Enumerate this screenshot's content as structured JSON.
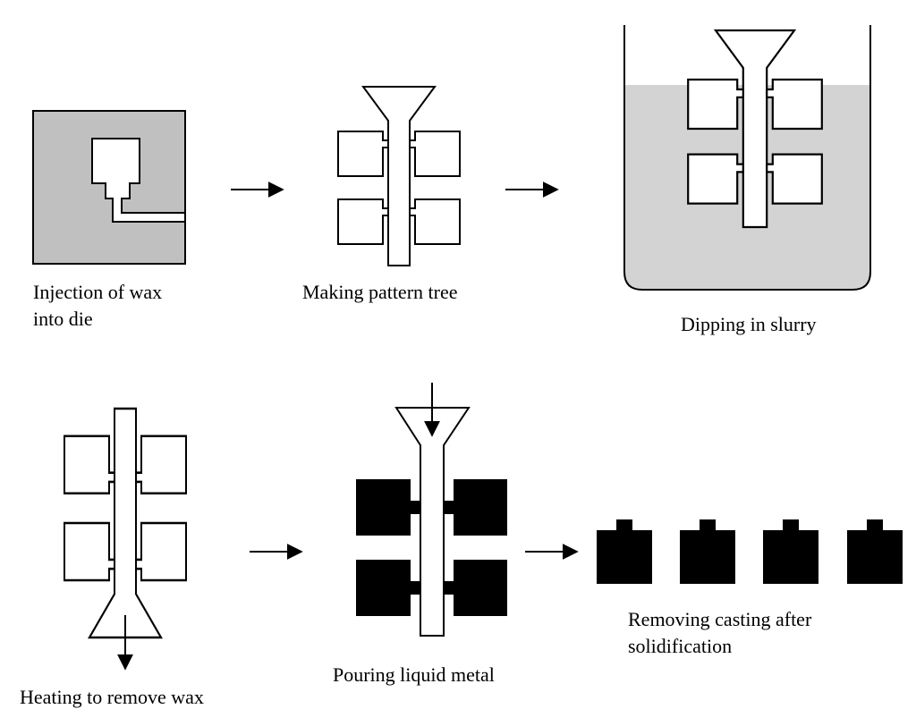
{
  "steps": [
    {
      "id": "injection",
      "label_line1": "Injection of wax",
      "label_line2": "into die"
    },
    {
      "id": "pattern",
      "label_line1": "Making pattern tree"
    },
    {
      "id": "dipping",
      "label_line1": "Dipping in slurry"
    },
    {
      "id": "heating",
      "label_line1": "Heating to remove wax"
    },
    {
      "id": "pouring",
      "label_line1": "Pouring liquid metal"
    },
    {
      "id": "removing",
      "label_line1": "Removing casting after",
      "label_line2": "solidification"
    }
  ],
  "colors": {
    "die": "#c0c0c0",
    "slurry": "#d3d3d3",
    "metal": "#000000",
    "line": "#000000"
  }
}
